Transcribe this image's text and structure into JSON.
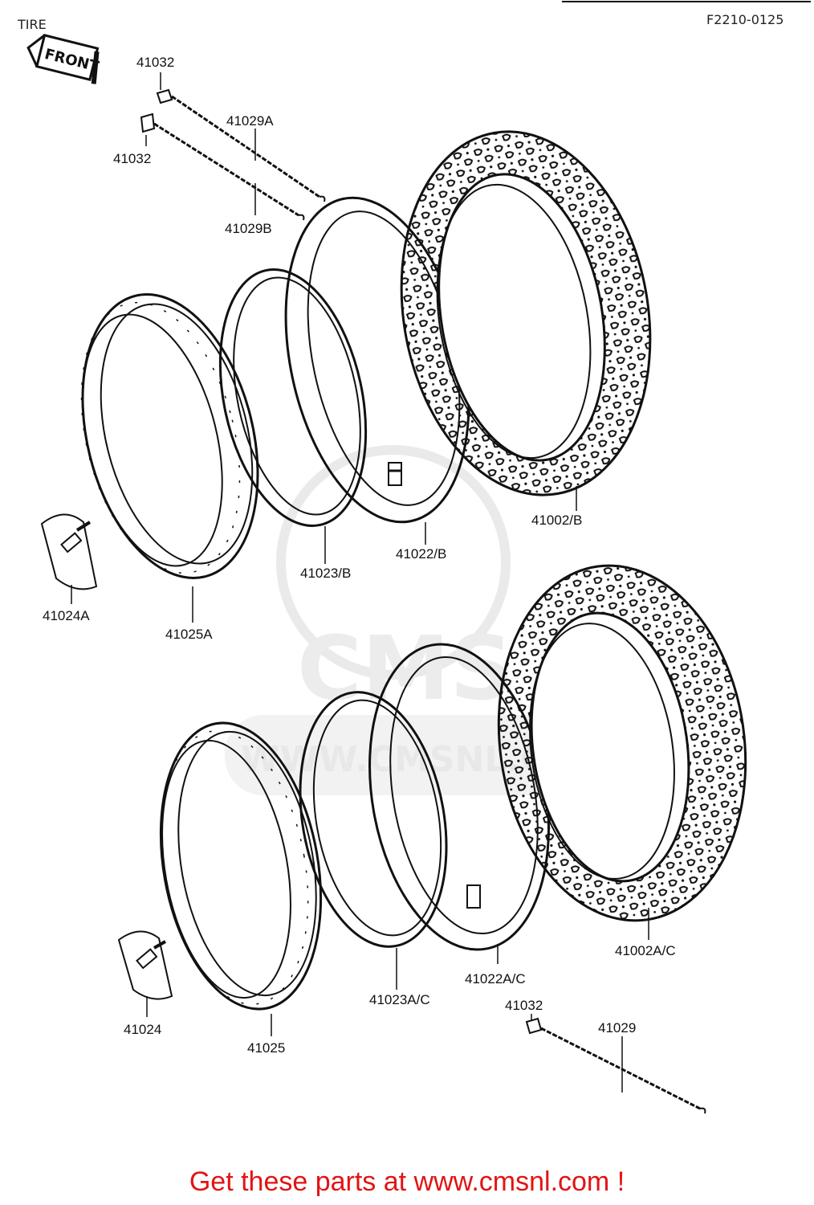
{
  "header": {
    "title": "TIRE",
    "code": "F2210-0125",
    "front_label": "FRONT"
  },
  "watermark": {
    "brand": "CMS",
    "url": "WWW.CMSNL.COM"
  },
  "parts": {
    "p41032a": "41032",
    "p41029A": "41029A",
    "p41032b": "41032",
    "p41029B": "41029B",
    "p41002B": "41002/B",
    "p41022B": "41022/B",
    "p41023B": "41023/B",
    "p41024A": "41024A",
    "p41025A": "41025A",
    "p41002AC": "41002A/C",
    "p41022AC": "41022A/C",
    "p41023AC": "41023A/C",
    "p41024": "41024",
    "p41025": "41025",
    "p41032c": "41032",
    "p41029": "41029"
  },
  "footer": {
    "text": "Get these parts at www.cmsnl.com !"
  },
  "colors": {
    "ink": "#111111",
    "footer": "#e21414",
    "watermark": "#d9d9d9"
  }
}
